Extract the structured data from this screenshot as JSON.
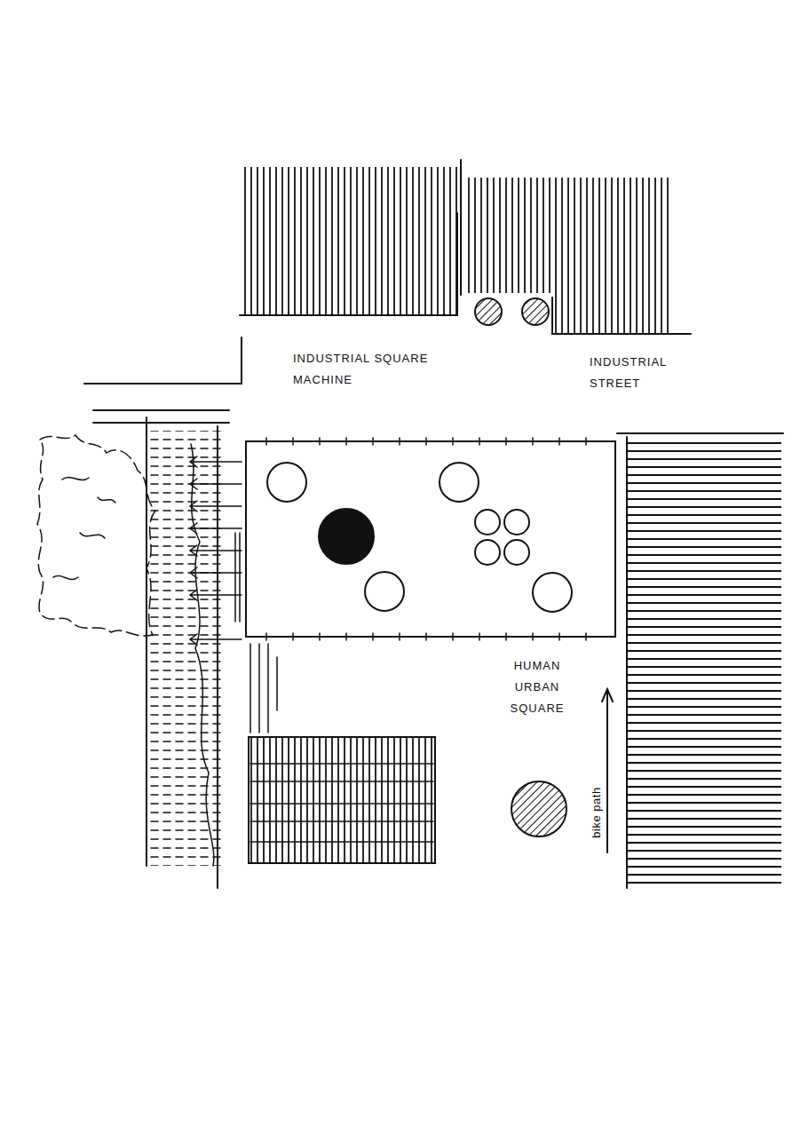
{
  "diagram": {
    "labels": [
      "INDUSTRIAL SQUARE MACHINE",
      "INDUSTRIAL STREET",
      "HUMAN URBAN SQUARE",
      "bike path"
    ]
  }
}
